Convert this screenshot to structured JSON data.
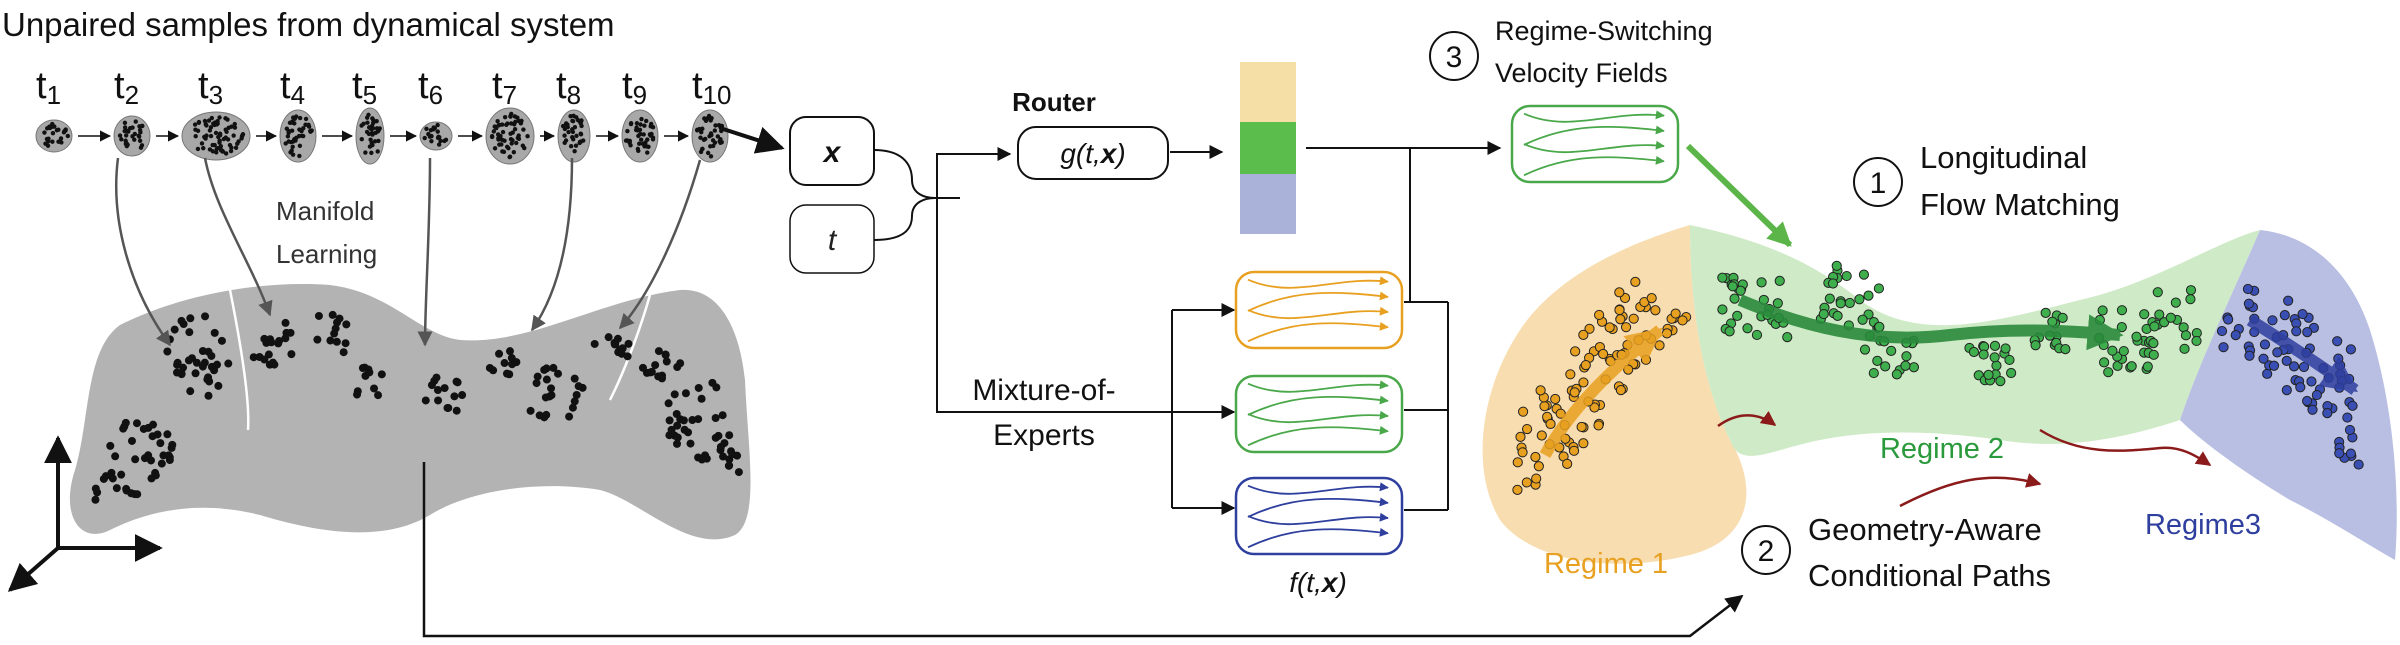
{
  "heading": "Unpaired samples from dynamical system",
  "time_steps": [
    {
      "t": "t",
      "n": "1"
    },
    {
      "t": "t",
      "n": "2"
    },
    {
      "t": "t",
      "n": "3"
    },
    {
      "t": "t",
      "n": "4"
    },
    {
      "t": "t",
      "n": "5"
    },
    {
      "t": "t",
      "n": "6"
    },
    {
      "t": "t",
      "n": "7"
    },
    {
      "t": "t",
      "n": "8"
    },
    {
      "t": "t",
      "n": "9"
    },
    {
      "t": "t",
      "n": "10"
    }
  ],
  "manifold_learning": [
    "Manifold",
    "Learning"
  ],
  "inputs": {
    "x": "x",
    "t": "t"
  },
  "router": {
    "title": "Router",
    "func_prefix": "g(t,",
    "func_x": "x",
    "func_suffix": ")"
  },
  "moe": [
    "Mixture-of-",
    "Experts"
  ],
  "expert_func": {
    "prefix": "f(t,",
    "x": "x",
    "suffix": ")"
  },
  "steps": [
    {
      "num": "1",
      "lines": [
        "Longitudinal",
        "Flow Matching"
      ]
    },
    {
      "num": "2",
      "lines": [
        "Geometry-Aware",
        "Conditional Paths"
      ]
    },
    {
      "num": "3",
      "lines": [
        "Regime-Switching",
        "Velocity Fields"
      ]
    }
  ],
  "regimes": [
    "Regime 1",
    "Regime 2",
    "Regime3"
  ],
  "colors": {
    "regime1": "#e8a020",
    "regime2": "#3fa34d",
    "regime3": "#2f3f9e",
    "regime1_fill": "#f8ddb0",
    "regime2_fill": "#cfeac6",
    "regime3_fill": "#b9bfe3",
    "manifold": "#b3b3b3",
    "router_bar": [
      "#f6dfa6",
      "#5bbd4c",
      "#aab2d9"
    ],
    "path_arrow": "#8b1a1a"
  }
}
